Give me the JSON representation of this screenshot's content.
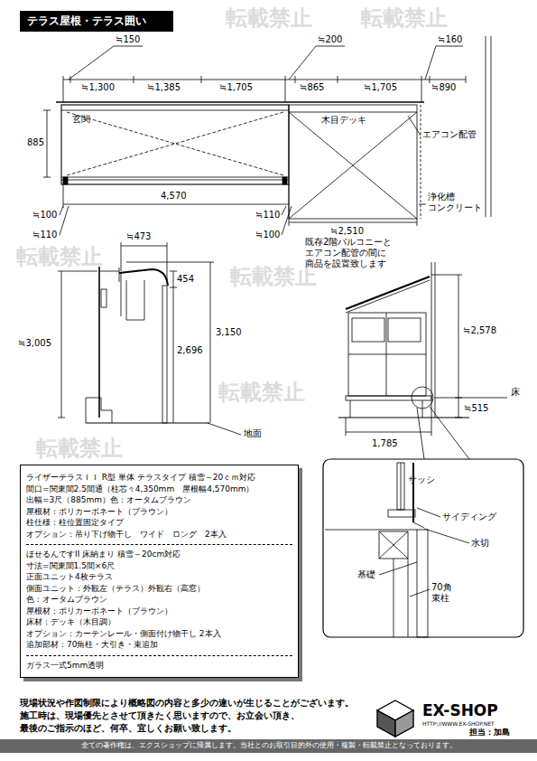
{
  "diagram": {
    "nodes": [
      {
        "text": [
          "テラス屋根・テラス囲い"
        ]
      },
      {
        "text": [
          "ライザーテラスＩＩ R型 単体 テラスタイプ 積雪～20ｃｍ対応",
          "間口=関東間2.5間通（柱芯々4,350mm　屋根幅4,570mm）",
          "出幅=3尺（885mm）色：オータムブラウン",
          "屋根材：ポリカーボネート（ブラウン）",
          "柱仕様：柱位置固定タイプ",
          "オプション：吊り下げ物干し　ワイド　ロング　2本入",
          "ほせるんですII 床納まり 積雪～20cm対応",
          "寸法=関東間1.5間×6尺",
          "正面ユニット4枚テラス",
          "側面ユニット：外観左（テラス）外観右（高窓）",
          "色：オータムブラウン",
          "屋根材：ポリカーボネート（ブラウン）",
          "床材：デッキ（木目調）",
          "オプション：カーテンレール・側面付け物干し 2本入",
          "追加部材：70角柱・大引き・束追加",
          "ガラス一式5mm透明"
        ]
      },
      {
        "text": [
          "全ての著作権は、エクスショップに帰属します。当社とのお取引目的外の使用・複製・転載禁止となっております。"
        ]
      }
    ],
    "labels": [
      "≒150",
      "≒200",
      "≒160",
      "≒1,300",
      "≒1,385",
      "≒1,705",
      "≒865",
      "≒1,705",
      "≒890",
      "玄関",
      "木目デッキ",
      "エアコン配管",
      "885",
      "4,570",
      "≒100",
      "≒110",
      "≒110",
      "≒100",
      "≒2,510",
      "浄化槽 コンクリート",
      "既存2階バルコニーとエアコン配管の間に商品を設置致します",
      "≒473",
      "454",
      "3,150",
      "≒3,005",
      "2,696",
      "≒2,578",
      "床",
      "≒515",
      "1,785",
      "地面",
      "サッシ",
      "サイディング",
      "水切",
      "基礎",
      "70角 束柱",
      "現場状況や作図制限により概略図の内容と多少の違いが生じることがございます。",
      "施工時は、現場優先とさせて頂きたく思いますので、お立会い頂き、",
      "最後のご指示のほど、何卒、宜しくお願い致します。",
      "EX-SHOP",
      "HTTP://WWW.EX-SHOP.NET",
      "担当：加島",
      "転載禁止",
      "転載禁止",
      "転載禁止",
      "転載禁止",
      "転載禁止",
      "転載禁止"
    ]
  }
}
